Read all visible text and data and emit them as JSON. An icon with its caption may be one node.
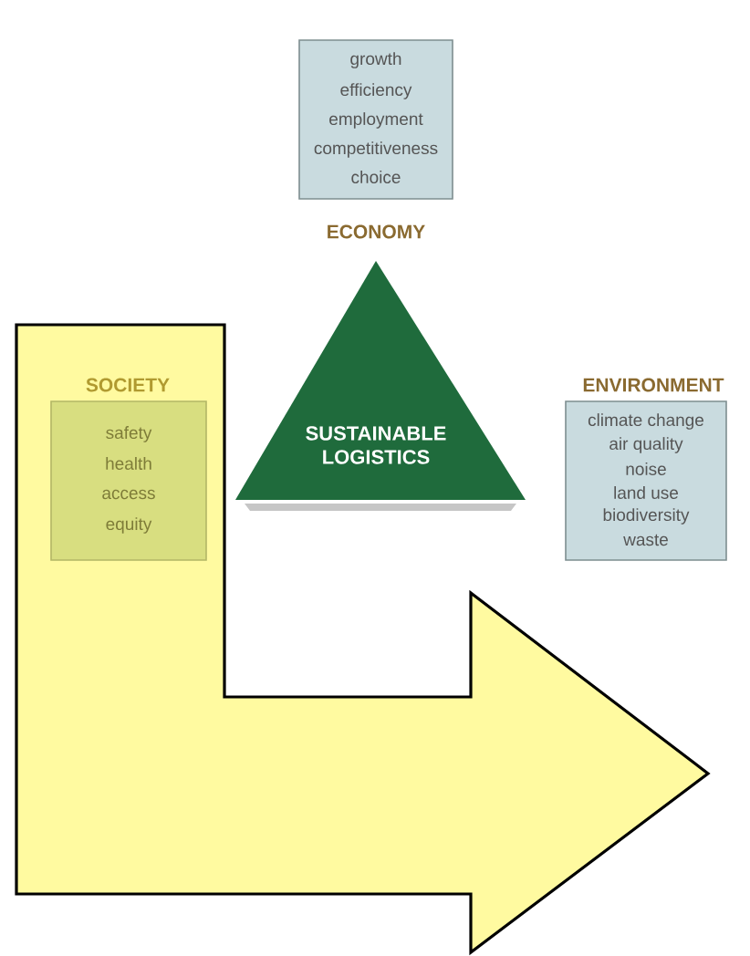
{
  "diagram": {
    "nodes": [
      {
        "text": [
          "growth",
          "efficiency",
          "employment",
          "competitiveness",
          "choice",
          "ECONOMY"
        ]
      },
      {
        "text": [
          "SUSTAINABLE LOGISTICS"
        ]
      },
      {
        "text": [
          "SOCIETY",
          "safety",
          "health",
          "access",
          "equity"
        ]
      },
      {
        "text": [
          "ENVIRONMENT",
          "climate change",
          "air quality",
          "noise",
          "land use",
          "biodiversity",
          "waste"
        ]
      }
    ]
  }
}
